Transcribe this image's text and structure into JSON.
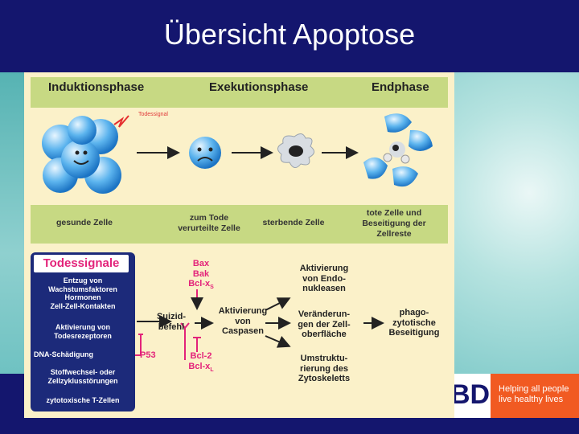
{
  "slide": {
    "title": "Übersicht Apoptose",
    "slogan_line1": "Helping all people",
    "slogan_line2": "live healthy lives",
    "logo_text": "BD"
  },
  "diagram": {
    "phases": [
      "Induktionsphase",
      "Exekutionsphase",
      "Endphase"
    ],
    "death_signal_label": "Todessignal",
    "stages": [
      {
        "line1": "gesunde Zelle",
        "line2": "",
        "line3": ""
      },
      {
        "line1": "zum Tode",
        "line2": "verurteilte Zelle",
        "line3": ""
      },
      {
        "line1": "sterbende Zelle",
        "line2": "",
        "line3": ""
      },
      {
        "line1": "tote Zelle und",
        "line2": "Beseitigung der",
        "line3": "Zellreste"
      }
    ],
    "signals": {
      "title": "Todessignale",
      "items": [
        {
          "line1": "Entzug von",
          "line2": "Wachstumsfaktoren",
          "line3": "Hormonen",
          "line4": "Zell-Zell-Kontakten"
        },
        {
          "line1": "Aktivierung von",
          "line2": "Todesrezeptoren",
          "line3": "",
          "line4": ""
        },
        {
          "line1": "DNA-Schädigung",
          "line2": "",
          "line3": "",
          "line4": ""
        },
        {
          "line1": "Stoffwechsel- oder",
          "line2": "Zellzyklusstörungen",
          "line3": "",
          "line4": ""
        },
        {
          "line1": "zytotoxische T-Zellen",
          "line2": "",
          "line3": "",
          "line4": ""
        }
      ]
    },
    "p53": "P53",
    "suicide": {
      "line1": "Suizid-",
      "line2": "befehl"
    },
    "bax": {
      "line1": "Bax",
      "line2": "Bak",
      "line3": "Bcl-x",
      "line3_sub": "S"
    },
    "bcl": {
      "line1": "Bcl-2",
      "line2": "Bcl-x",
      "line2_sub": "L"
    },
    "caspase": {
      "line1": "Aktivierung",
      "line2": "von",
      "line3": "Caspasen"
    },
    "effects": [
      {
        "line1": "Aktivierung",
        "line2": "von Endo-",
        "line3": "nukleasen"
      },
      {
        "line1": "Veränderun-",
        "line2": "gen der Zell-",
        "line3": "oberfläche"
      },
      {
        "line1": "Umstruktu-",
        "line2": "rierung des",
        "line3": "Zytoskeletts"
      }
    ],
    "outcome": {
      "line1": "phago-",
      "line2": "zytotische",
      "line3": "Beseitigung"
    }
  }
}
